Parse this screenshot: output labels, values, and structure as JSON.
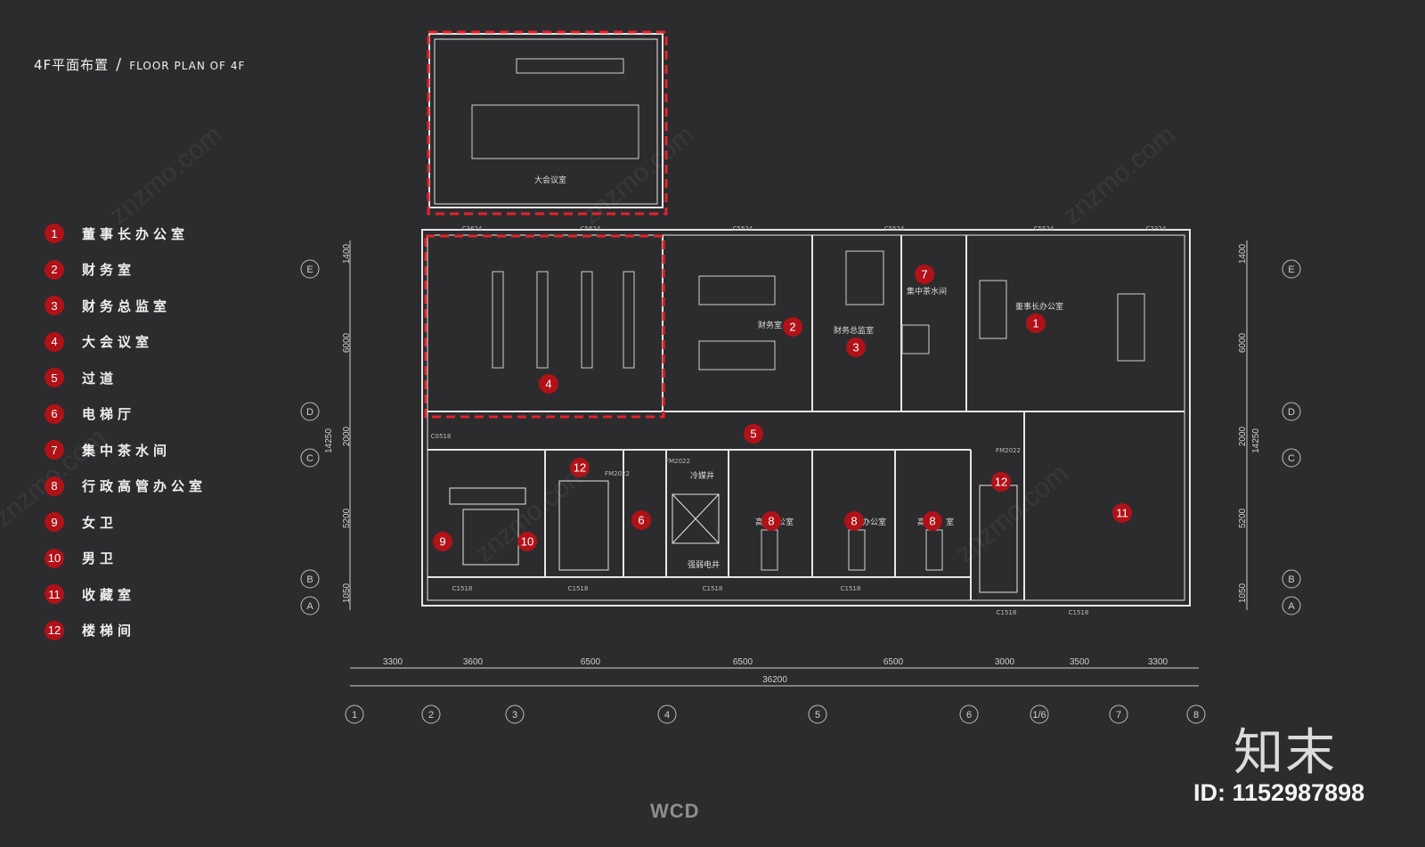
{
  "title": {
    "cn": "4F平面布置",
    "separator": "/",
    "en": "FLOOR PLAN OF 4F"
  },
  "legend": [
    {
      "num": "1",
      "label": "董事长办公室"
    },
    {
      "num": "2",
      "label": "财务室"
    },
    {
      "num": "3",
      "label": "财务总监室"
    },
    {
      "num": "4",
      "label": "大会议室"
    },
    {
      "num": "5",
      "label": "过道"
    },
    {
      "num": "6",
      "label": "电梯厅"
    },
    {
      "num": "7",
      "label": "集中茶水间"
    },
    {
      "num": "8",
      "label": "行政高管办公室"
    },
    {
      "num": "9",
      "label": "女卫"
    },
    {
      "num": "10",
      "label": "男卫"
    },
    {
      "num": "11",
      "label": "收藏室"
    },
    {
      "num": "12",
      "label": "楼梯间"
    }
  ],
  "room_labels": {
    "big_meeting": "大会议室",
    "finance": "财务室",
    "finance_director": "财务总监室",
    "tea_room": "集中茶水间",
    "chairman": "董事长办公室",
    "cold_shaft": "冷媒井",
    "elec_shaft": "强弱电井",
    "exec_a": "高",
    "exec_a2": "公室",
    "exec_b": "办公室",
    "exec_c": "高",
    "exec_c2": "室"
  },
  "window_tags": [
    "C3624",
    "C5624",
    "C5524",
    "C5524",
    "C5524",
    "C2324",
    "C1518",
    "C1518",
    "C1518",
    "C1518",
    "C1518",
    "C1518",
    "C0518",
    "FM2022",
    "FM2022",
    "FM2022"
  ],
  "dims_horizontal": [
    "3300",
    "3600",
    "6500",
    "6500",
    "6500",
    "3000",
    "3500",
    "3300"
  ],
  "dims_total": "36200",
  "dims_vertical": [
    "1400",
    "6000",
    "2000",
    "5200",
    "1050"
  ],
  "dims_vertical_total": "14250",
  "axis_columns": [
    "1",
    "2",
    "3",
    "4",
    "5",
    "6",
    "1/6",
    "7",
    "8"
  ],
  "axis_rows": [
    "E",
    "D",
    "C",
    "B",
    "A"
  ],
  "markers": [
    {
      "num": "1"
    },
    {
      "num": "2"
    },
    {
      "num": "3"
    },
    {
      "num": "4"
    },
    {
      "num": "5"
    },
    {
      "num": "6"
    },
    {
      "num": "7"
    },
    {
      "num": "8"
    },
    {
      "num": "8"
    },
    {
      "num": "8"
    },
    {
      "num": "9"
    },
    {
      "num": "10"
    },
    {
      "num": "11"
    },
    {
      "num": "12"
    },
    {
      "num": "12"
    }
  ],
  "watermark": {
    "logo": "知末",
    "id": "ID: 1152987898"
  },
  "brand": "WCD",
  "colors": {
    "background": "#2c2c2e",
    "marker": "#b01218",
    "dashed": "#e3232a",
    "lines": "#e6e6e6"
  }
}
